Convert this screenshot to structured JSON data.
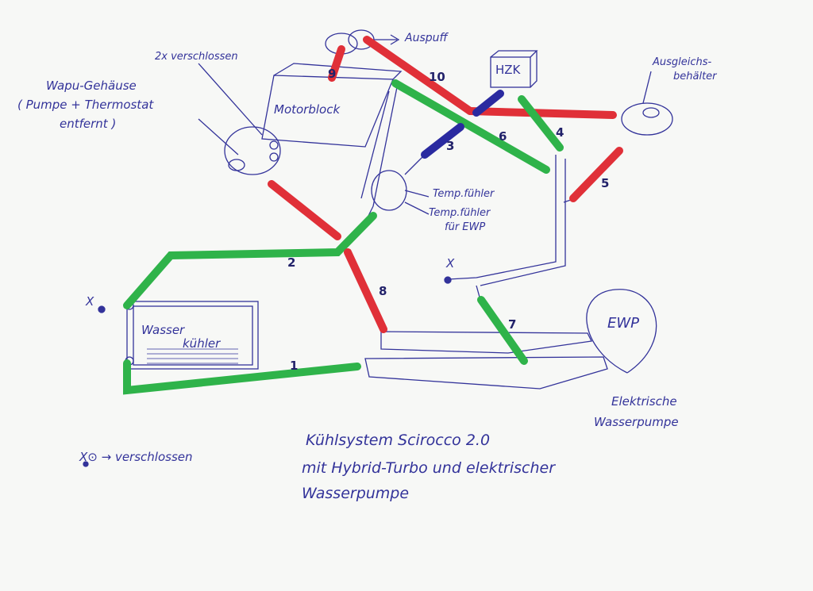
{
  "colors": {
    "ink": "#33339a",
    "hot": "#e03038",
    "cold": "#2fb34a",
    "small": "#2a2aa0",
    "paper": "#f7f8f6"
  },
  "labels": {
    "auspuff": "Auspuff",
    "verschlossen2": "2x verschlossen",
    "wapu_line1": "Wapu-Gehäuse",
    "wapu_line2": "( Pumpe + Thermostat",
    "wapu_line3": "entfernt )",
    "motorblock": "Motorblock",
    "hzk": "HZK",
    "ausgleich_line1": "Ausgleichs-",
    "ausgleich_line2": "behälter",
    "tempfuehler1": "Temp.fühler",
    "tempfuehler2_line1": "Temp.fühler",
    "tempfuehler2_line2": "für EWP",
    "kuehler_line1": "Wasser",
    "kuehler_line2": "kühler",
    "ewp": "EWP",
    "ewp_full_line1": "Elektrische",
    "ewp_full_line2": "Wasserpumpe",
    "legend": "X⊙ → verschlossen",
    "x_mark": "X",
    "title_line1": "Kühlsystem Scirocco 2.0",
    "title_line2": "mit Hybrid-Turbo und elektrischer",
    "title_line3": "Wasserpumpe"
  },
  "hoses": [
    "1",
    "2",
    "3",
    "4",
    "5",
    "6",
    "7",
    "8",
    "9",
    "10"
  ]
}
